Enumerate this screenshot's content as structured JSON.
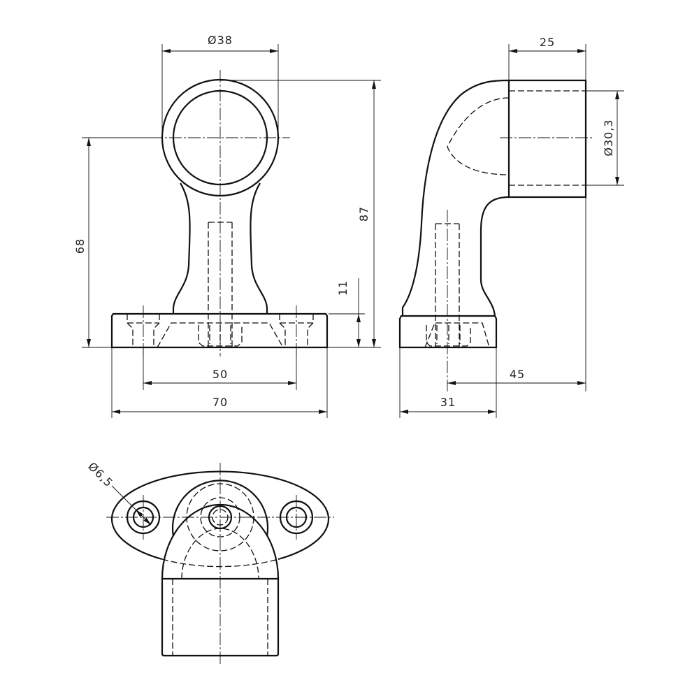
{
  "dimensions": {
    "ring_diameter": "Ø38",
    "total_height": "87",
    "axis_height": "68",
    "base_height": "11",
    "hole_spacing": "50",
    "base_width": "70",
    "socket_depth": "25",
    "socket_diameter": "Ø30,3",
    "projection": "45",
    "base_depth": "31",
    "hole_diameter": "Ø6,5"
  }
}
